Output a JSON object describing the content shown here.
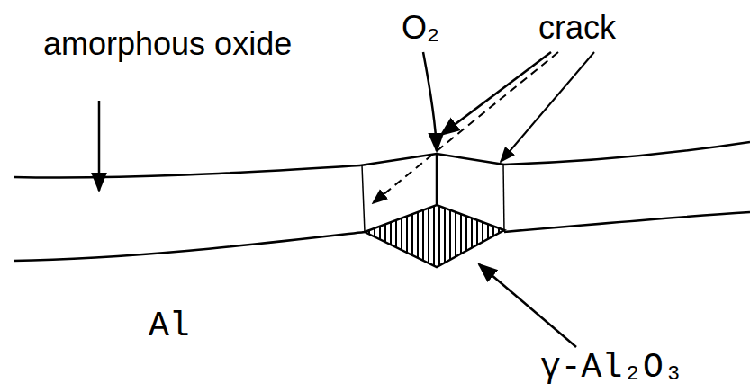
{
  "diagram": {
    "labels": [
      "amorphous oxide",
      "O₂",
      "crack",
      "Al",
      "γ-Al₂O₃"
    ]
  }
}
